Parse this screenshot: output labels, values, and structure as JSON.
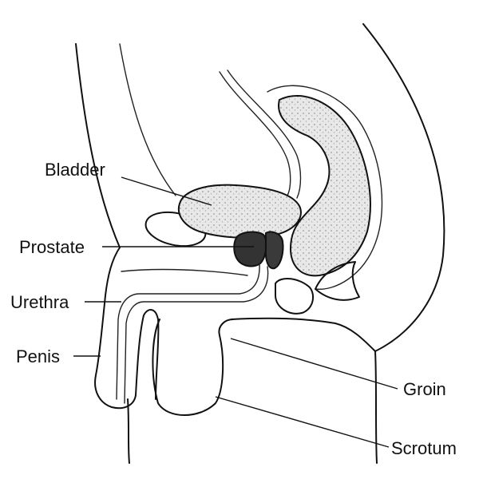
{
  "labels": {
    "bladder": "Bladder",
    "prostate": "Prostate",
    "urethra": "Urethra",
    "penis": "Penis",
    "groin": "Groin",
    "scrotum": "Scrotum"
  }
}
